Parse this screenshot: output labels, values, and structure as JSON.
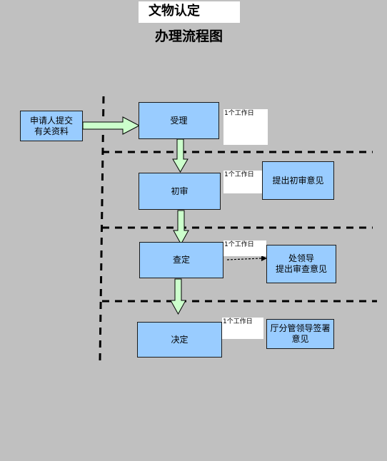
{
  "title": "文物认定",
  "subtitle": "办理流程图",
  "applicant": "申请人提交\n有关资料",
  "steps": [
    {
      "label": "受理",
      "time": "1个工作日",
      "comment": ""
    },
    {
      "label": "初审",
      "time": "1个工作日",
      "comment": "提出初审意见"
    },
    {
      "label": "查定",
      "time": "1个工作日",
      "comment": "处领导\n提出审查意见"
    },
    {
      "label": "决定",
      "time": "1个工作日",
      "comment": "厅分管领导签署\n意见"
    }
  ],
  "colors": {
    "box": "#99ccff",
    "arrow": "#ccffcc",
    "background": "#c0c0c0"
  }
}
